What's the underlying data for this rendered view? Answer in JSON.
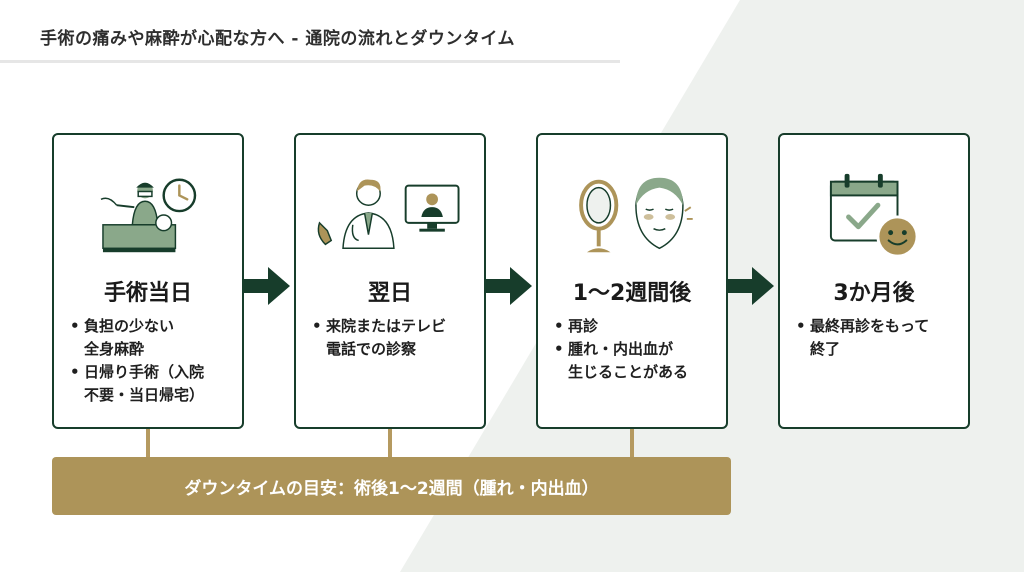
{
  "title": "手術の痛みや麻酔が心配な方へ - 通院の流れとダウンタイム",
  "colors": {
    "accent_green": "#173d2b",
    "light_green": "#8aa88a",
    "gold": "#ad9459",
    "background_shape": "#eef1ee"
  },
  "steps": [
    {
      "icon": "surgery-icon",
      "title": "手術当日",
      "items": [
        "負担の少ない\n全身麻酔",
        "日帰り手術（入院\n不要・当日帰宅）"
      ]
    },
    {
      "icon": "doctor-video-call-icon",
      "title": "翌日",
      "items": [
        "来院またはテレビ\n電話での診察"
      ]
    },
    {
      "icon": "mirror-face-icon",
      "title": "1〜2週間後",
      "items": [
        "再診",
        "腫れ・内出血が\n生じることがある"
      ]
    },
    {
      "icon": "calendar-smile-icon",
      "title": "3か月後",
      "items": [
        "最終再診をもって\n終了"
      ]
    }
  ],
  "banner": {
    "text": "ダウンタイムの目安：術後1〜2週間（腫れ・内出血）"
  }
}
